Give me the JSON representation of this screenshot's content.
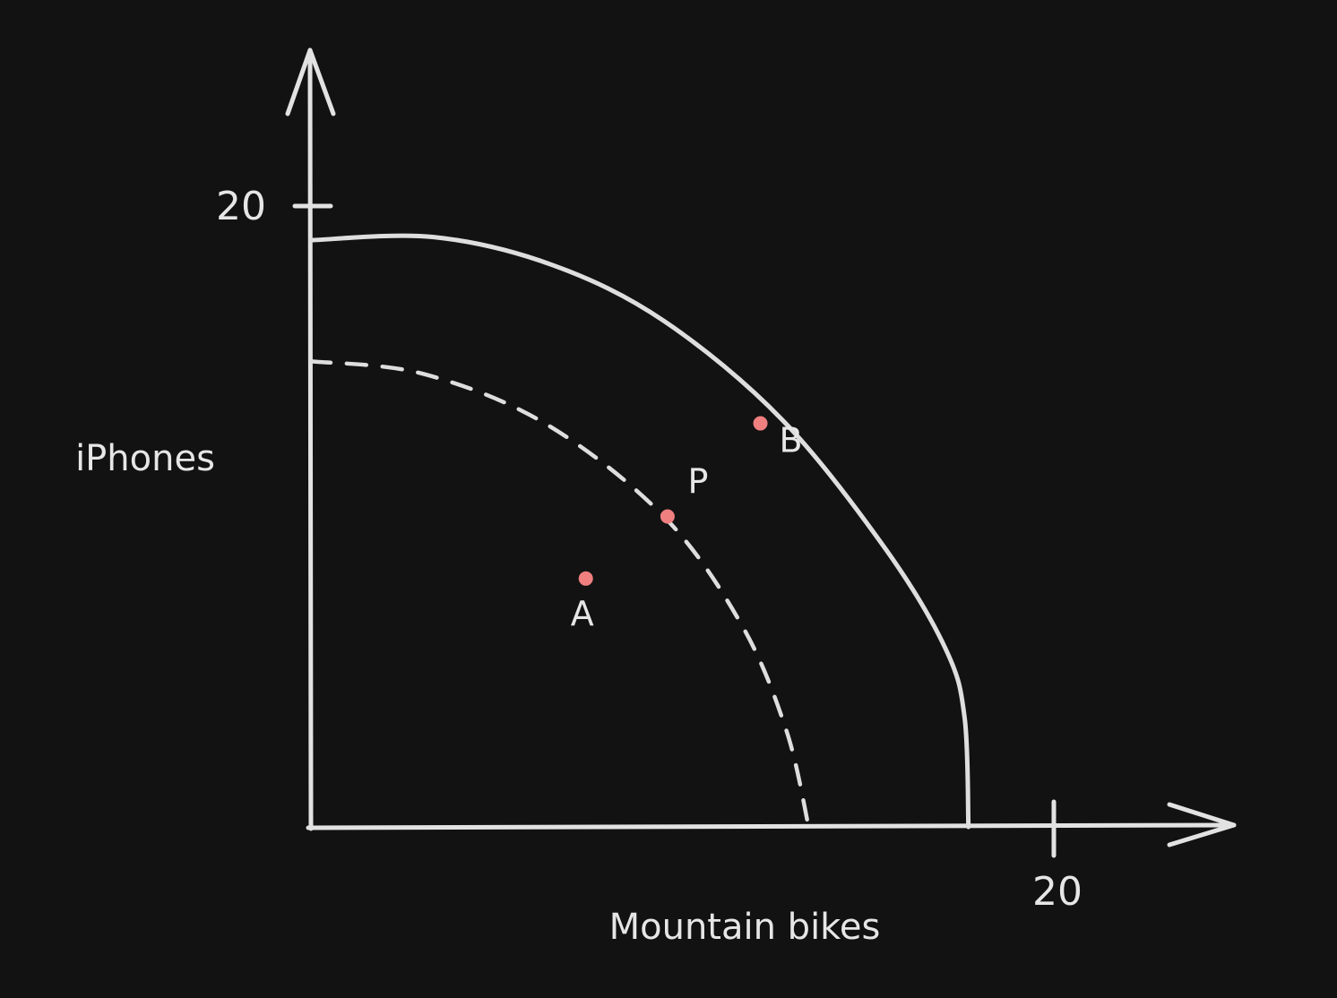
{
  "chart_data": {
    "type": "line",
    "xlabel": "Mountain bikes",
    "ylabel": "iPhones",
    "xlim": [
      0,
      20
    ],
    "ylim": [
      0,
      20
    ],
    "x_ticks": [
      20
    ],
    "y_ticks": [
      20
    ],
    "x_tick_labels": [
      "20"
    ],
    "y_tick_labels": [
      "20"
    ],
    "grid": false,
    "colors": {
      "background": "#121212",
      "ink": "#e2e2e2",
      "point": "#f07f7f"
    },
    "series": [
      {
        "style": "solid",
        "points": [
          [
            0,
            18.9
          ],
          [
            3.3,
            19.0
          ],
          [
            6.5,
            18.1
          ],
          [
            9.5,
            16.3
          ],
          [
            12.7,
            13.1
          ],
          [
            15.5,
            8.9
          ],
          [
            17.1,
            5.7
          ],
          [
            17.6,
            3.5
          ],
          [
            17.7,
            0
          ]
        ]
      },
      {
        "style": "dashed",
        "points": [
          [
            0,
            15.0
          ],
          [
            3.0,
            14.6
          ],
          [
            6.3,
            13.0
          ],
          [
            9.5,
            10.0
          ],
          [
            11.6,
            6.5
          ],
          [
            12.8,
            3.1
          ],
          [
            13.4,
            0
          ]
        ]
      }
    ],
    "points": [
      {
        "label": "A",
        "x": 7.4,
        "y": 8.0
      },
      {
        "label": "P",
        "x": 9.6,
        "y": 10.0
      },
      {
        "label": "B",
        "x": 12.1,
        "y": 13.0
      }
    ]
  }
}
